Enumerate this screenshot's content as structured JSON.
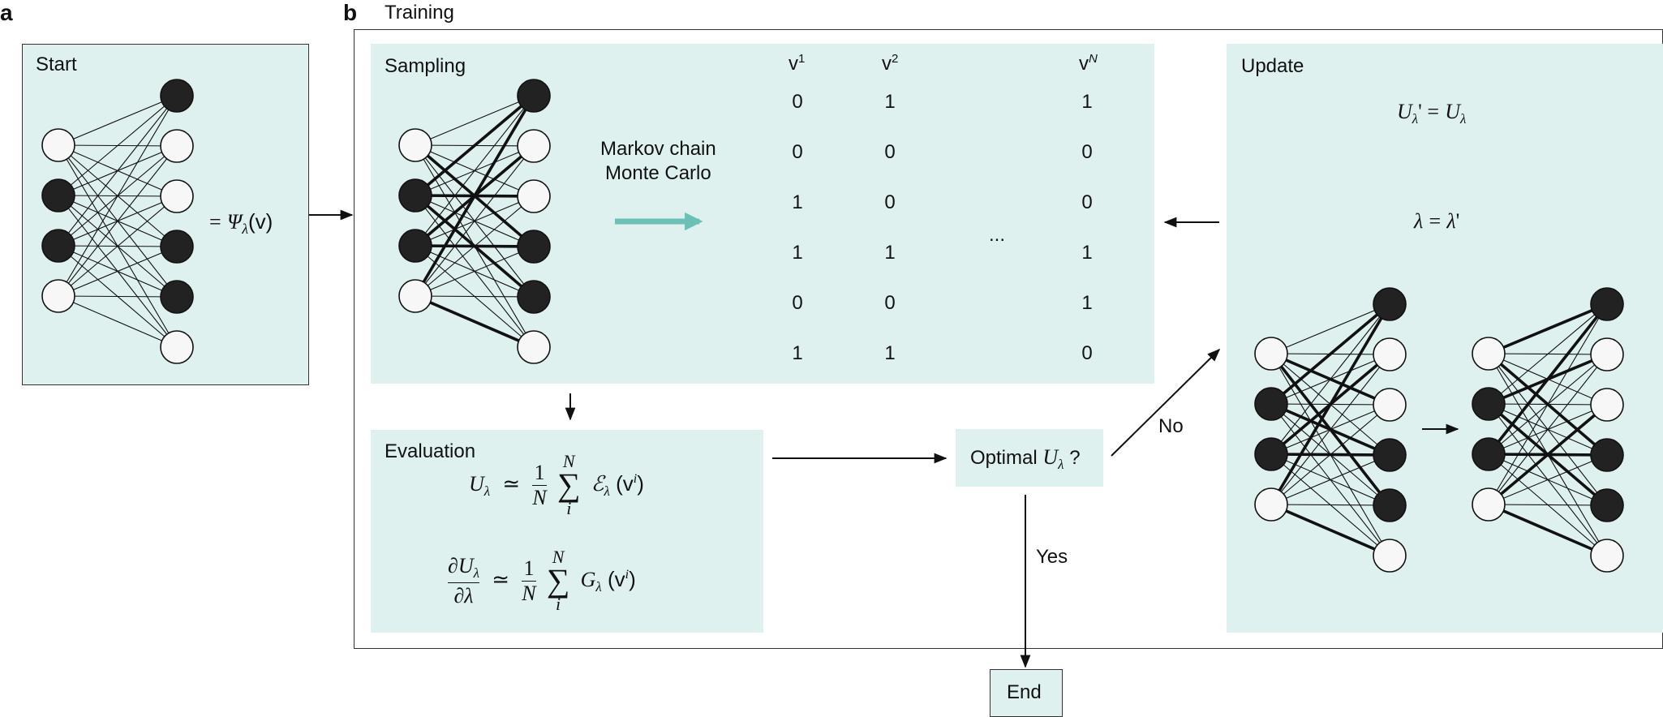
{
  "panel_a": {
    "letter": "a",
    "title": "Start",
    "psi": "Ψ",
    "psi_sub": "λ",
    "psi_arg": "(v)",
    "eq": "="
  },
  "panel_b": {
    "letter": "b",
    "title": "Training"
  },
  "sampling": {
    "title": "Sampling",
    "mcmc_line1": "Markov chain",
    "mcmc_line2": "Monte Carlo",
    "col1": "v",
    "col1_sup": "1",
    "col2": "v",
    "col2_sup": "2",
    "col3": "v",
    "col3_sup": "N",
    "ellipsis": "...",
    "rows": [
      [
        "0",
        "1",
        "1"
      ],
      [
        "0",
        "0",
        "0"
      ],
      [
        "1",
        "0",
        "0"
      ],
      [
        "1",
        "1",
        "1"
      ],
      [
        "0",
        "0",
        "1"
      ],
      [
        "1",
        "1",
        "0"
      ]
    ]
  },
  "evaluation": {
    "title": "Evaluation",
    "u": "U",
    "lam": "λ",
    "approx": "≃",
    "one": "1",
    "n": "N",
    "i": "i",
    "e_sym": "ℰ",
    "g_sym": "G",
    "v": "v",
    "d": "∂",
    "sigma": "∑",
    "paren_open": "(",
    "paren_close": ")"
  },
  "update": {
    "title": "Update",
    "eq1_lhs": "U",
    "eq1_prime": "' =",
    "eq1_rhs": "U",
    "eq2_lhs": "λ",
    "eq2_eq": "=",
    "eq2_rhs": "λ",
    "eq2_prime": "'",
    "lam": "λ"
  },
  "optimal": {
    "text": "Optimal",
    "u": "U",
    "lam": "λ",
    "q": "?"
  },
  "flow": {
    "no": "No",
    "yes": "Yes",
    "end": "End"
  },
  "colors": {
    "panel": "#dff1ef",
    "arrow_teal": "#6cc0b6",
    "node_dark": "#222222",
    "node_light": "#f7f7f7"
  }
}
